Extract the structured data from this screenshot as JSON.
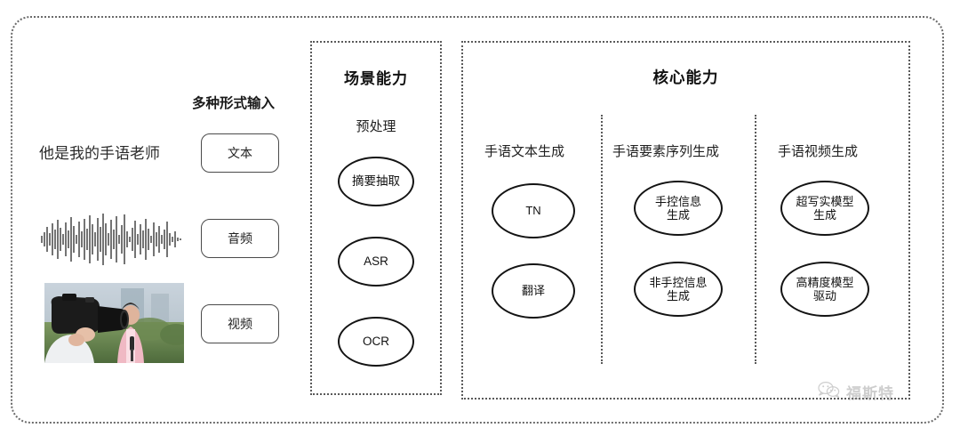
{
  "diagram": {
    "title_semantic": "sign-language-generation-capability-map",
    "frame_style": "dotted-rounded-rectangle"
  },
  "inputs": {
    "heading": "多种形式输入",
    "sample_text": "他是我的手语老师",
    "chips": [
      {
        "id": "text",
        "label": "文本"
      },
      {
        "id": "audio",
        "label": "音频"
      },
      {
        "id": "video",
        "label": "视频"
      }
    ],
    "media": {
      "waveform_name": "audio-waveform",
      "thumbnail_name": "video-thumbnail-camera-operator-and-reporter"
    }
  },
  "scenario_panel": {
    "title": "场景能力",
    "group_label": "预处理",
    "nodes": [
      {
        "id": "summary",
        "label": "摘要抽取"
      },
      {
        "id": "asr",
        "label": "ASR"
      },
      {
        "id": "ocr",
        "label": "OCR"
      }
    ]
  },
  "core_panel": {
    "title": "核心能力",
    "columns": [
      {
        "id": "sign-text-generation",
        "header": "手语文本生成",
        "nodes": [
          {
            "id": "tn",
            "label": "TN"
          },
          {
            "id": "translate",
            "label": "翻译"
          }
        ]
      },
      {
        "id": "sign-element-sequence-generation",
        "header": "手语要素序列生成",
        "nodes": [
          {
            "id": "manual",
            "line1": "手控信息",
            "line2": "生成"
          },
          {
            "id": "nonmanual",
            "line1": "非手控信息",
            "line2": "生成"
          }
        ]
      },
      {
        "id": "sign-video-generation",
        "header": "手语视频生成",
        "nodes": [
          {
            "id": "hyperreal",
            "line1": "超写实模型",
            "line2": "生成"
          },
          {
            "id": "highprecision",
            "line1": "高精度模型",
            "line2": "驱动"
          }
        ]
      }
    ]
  },
  "watermark": {
    "text": "福斯特",
    "icon": "wechat-icon"
  },
  "colors": {
    "border": "#5a5a5a",
    "node_stroke": "#131313",
    "text": "#1a1a1a",
    "watermark": "#8a8a8a",
    "background": "#ffffff"
  }
}
